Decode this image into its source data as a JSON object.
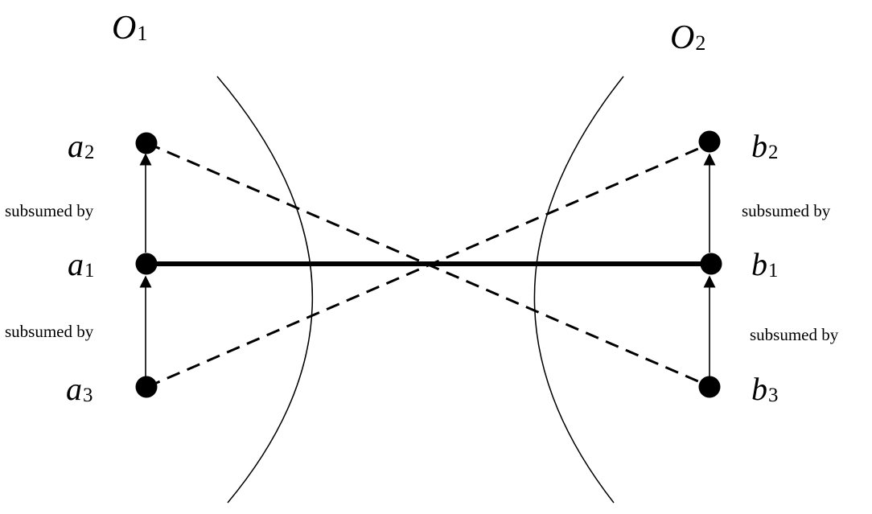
{
  "ontologies": {
    "left": {
      "letter": "O",
      "index": "1"
    },
    "right": {
      "letter": "O",
      "index": "2"
    }
  },
  "nodes": {
    "a2": {
      "letter": "a",
      "index": "2"
    },
    "a1": {
      "letter": "a",
      "index": "1"
    },
    "a3": {
      "letter": "a",
      "index": "3"
    },
    "b2": {
      "letter": "b",
      "index": "2"
    },
    "b1": {
      "letter": "b",
      "index": "1"
    },
    "b3": {
      "letter": "b",
      "index": "3"
    }
  },
  "relations": {
    "left_upper": "subsumed by",
    "left_lower": "subsumed by",
    "right_upper": "subsumed by",
    "right_lower": "subsumed by"
  },
  "colors": {
    "ink": "#000000",
    "background": "#ffffff"
  }
}
